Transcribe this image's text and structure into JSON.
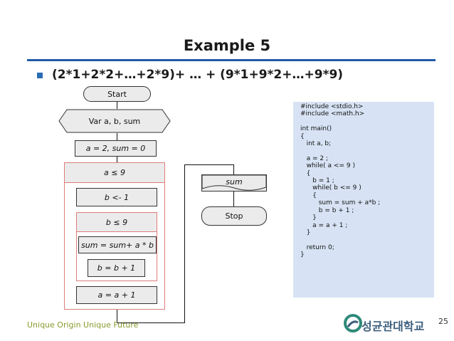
{
  "slide": {
    "title": "Example 5",
    "formula": "(2*1+2*2+…+2*9)+ … + (9*1+9*2+…+9*9)",
    "page_number": "25"
  },
  "flowchart": {
    "start": "Start",
    "var_decl": "Var a, b, sum",
    "init": "a = 2, sum = 0",
    "outer_condition": "a ≤ 9",
    "inner_init": "b <- 1",
    "inner_condition": "b ≤ 9",
    "accumulate": "sum = sum+ a * b",
    "inner_increment": "b = b + 1",
    "outer_increment": "a = a + 1",
    "output": "sum",
    "stop": "Stop"
  },
  "code": "#include <stdio.h>\n#include <math.h>\n\nint main()\n{\n   int a, b;\n\n   a = 2 ;\n   while( a <= 9 )\n   {\n      b = 1 ;\n      while( b <= 9 )\n      {\n         sum = sum + a*b ;\n         b = b + 1 ;\n      }\n      a = a + 1 ;\n   }\n\n   return 0;\n}",
  "footer": {
    "tagline": "Unique Origin Unique Future",
    "university": "성균관대학교"
  },
  "colors": {
    "accent_blue": "#1f5aa6",
    "loop_frame": "#e07c7c",
    "code_bg": "#d7e3f4",
    "tagline": "#8a9a2f"
  }
}
